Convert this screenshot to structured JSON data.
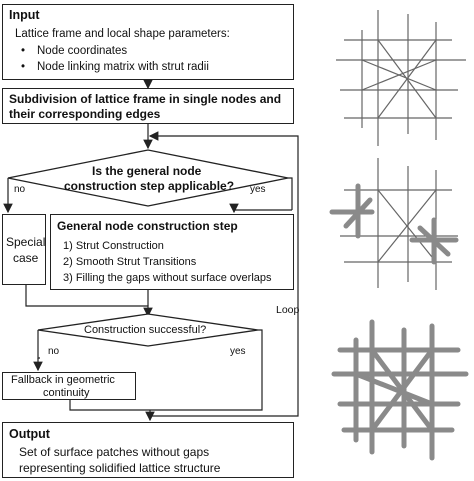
{
  "input": {
    "title": "Input",
    "subtitle": "Lattice frame and local shape parameters:",
    "bullets": [
      "Node coordinates",
      "Node linking matrix with strut radii"
    ]
  },
  "subdivision": {
    "line1": "Subdivision of lattice frame in single nodes and",
    "line2": "their corresponding edges"
  },
  "decision1": {
    "line1": "Is the general node",
    "line2": "construction step applicable?",
    "no": "no",
    "yes": "yes"
  },
  "special_case": {
    "line1": "Special",
    "line2": "case"
  },
  "general_step": {
    "title": "General node construction step",
    "steps": [
      "1) Strut Construction",
      "2) Smooth Strut Transitions",
      "3) Filling the gaps without surface overlaps"
    ]
  },
  "decision2": {
    "text": "Construction successful?",
    "no": "no",
    "yes": "yes"
  },
  "fallback": {
    "line1": "Fallback in geometric",
    "line2": "continuity"
  },
  "loop": "Loop",
  "output": {
    "title": "Output",
    "line1": "Set of surface patches without gaps",
    "line2": "representing solidified lattice structure"
  }
}
